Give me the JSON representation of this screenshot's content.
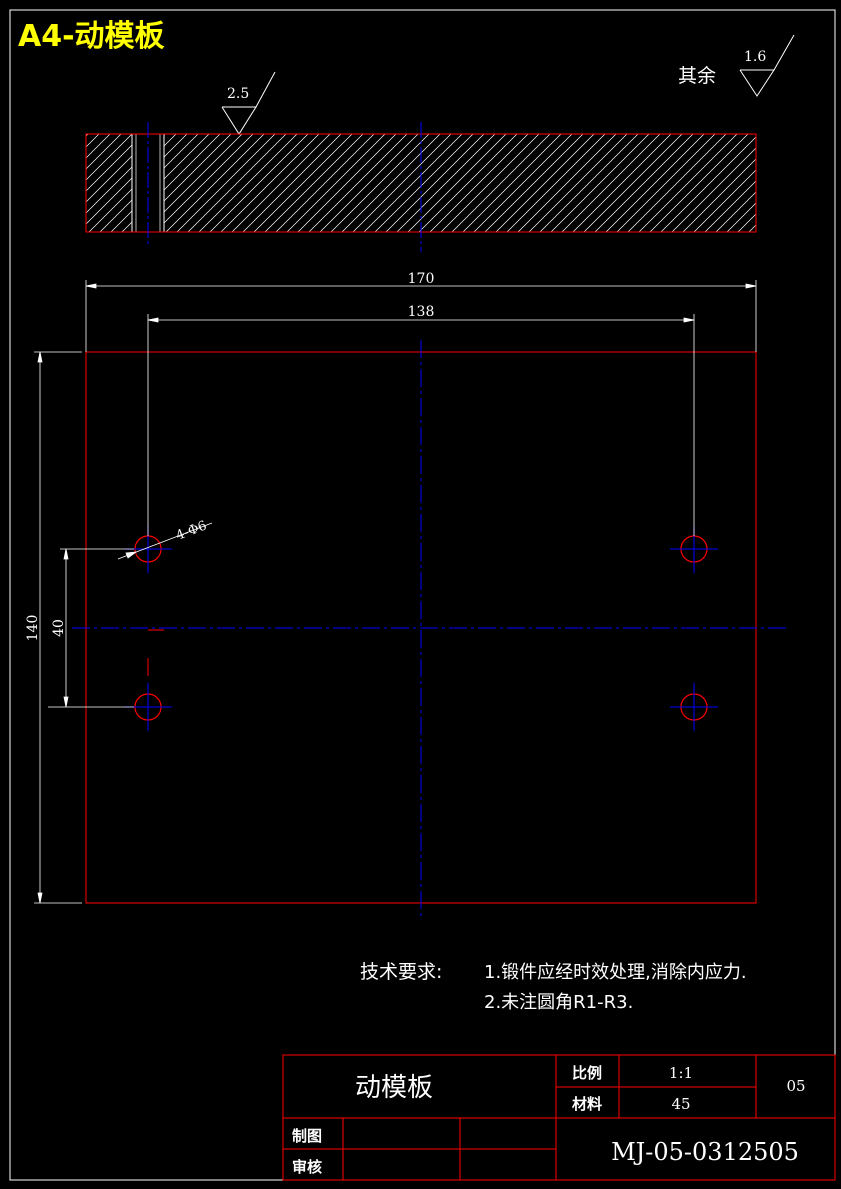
{
  "sheet": {
    "label": "A4-动模板",
    "label_color": "#ffff00",
    "border_color": "#ffffff"
  },
  "roughness": {
    "other_prefix": "其余",
    "other_value": "1.6",
    "top_value": "2.5"
  },
  "dimensions": {
    "width_total": "170",
    "hole_spacing_x": "138",
    "height_total": "140",
    "hole_spacing_y": "40",
    "hole_callout": "4-Φ6"
  },
  "tech_requirements": {
    "heading": "技术要求:",
    "items": [
      "1.锻件应经时效处理,消除内应力.",
      "2.未注圆角R1-R3."
    ]
  },
  "title_block": {
    "part_name": "动模板",
    "scale_label": "比例",
    "scale_value": "1:1",
    "material_label": "材料",
    "material_value": "45",
    "sheet_no": "05",
    "drawn_label": "制图",
    "checked_label": "审核",
    "drawing_number": "MJ-05-0312505"
  },
  "colors": {
    "outline": "#ff0000",
    "centerline": "#0000ff",
    "dimension": "#ffffff",
    "hatch": "#ffffff"
  }
}
